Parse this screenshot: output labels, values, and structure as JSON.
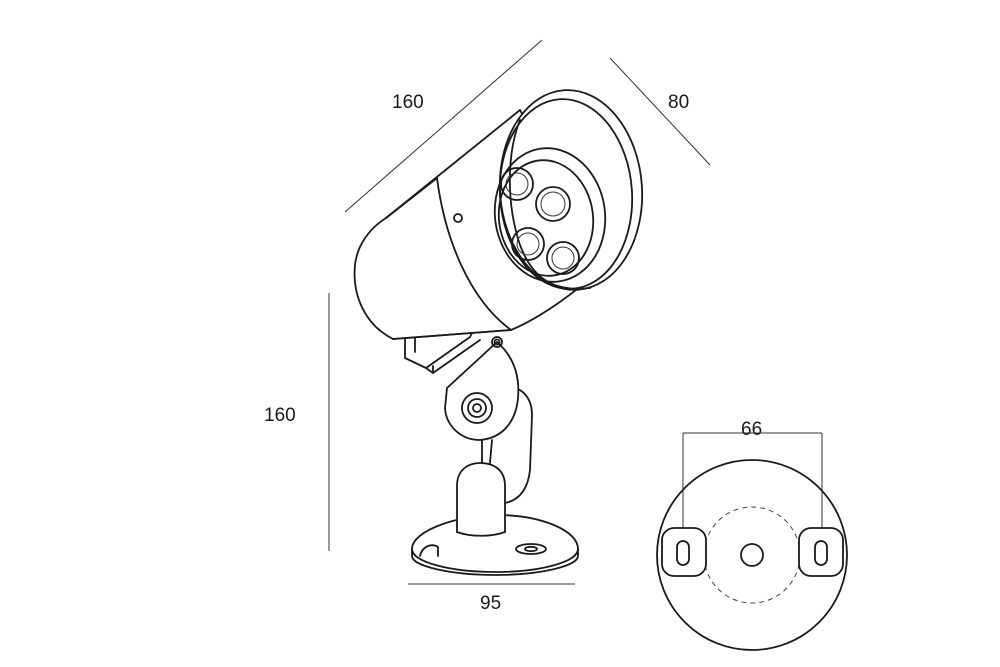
{
  "dimensions": {
    "body_length": "160",
    "body_diameter": "80",
    "height": "160",
    "base_width": "95",
    "mount_hole_spacing": "66"
  },
  "colors": {
    "line": "#1a1a1a",
    "background": "#ffffff"
  }
}
